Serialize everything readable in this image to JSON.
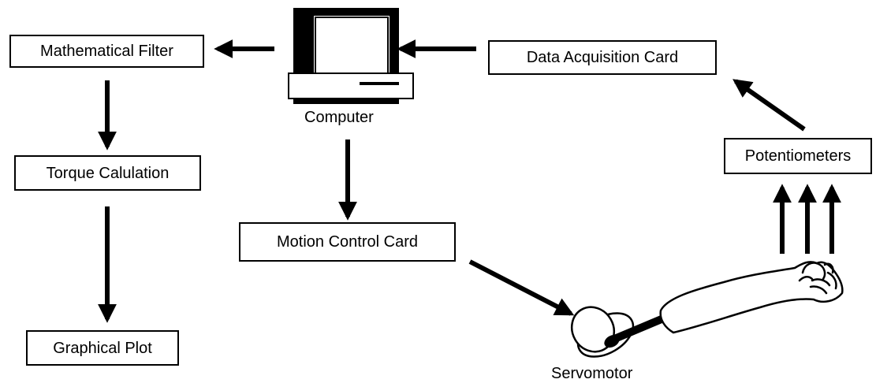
{
  "nodes": {
    "mathematical_filter": "Mathematical Filter",
    "data_acquisition_card": "Data Acquisition Card",
    "computer": "Computer",
    "torque_calculation": "Torque Calulation",
    "potentiometers": "Potentiometers",
    "motion_control_card": "Motion Control Card",
    "graphical_plot": "Graphical Plot",
    "servomotor": "Servomotor"
  },
  "edges": [
    {
      "from": "Computer",
      "to": "Mathematical Filter"
    },
    {
      "from": "Data Acquisition Card",
      "to": "Computer"
    },
    {
      "from": "Potentiometers",
      "to": "Data Acquisition Card"
    },
    {
      "from": "Mathematical Filter",
      "to": "Torque Calulation"
    },
    {
      "from": "Torque Calulation",
      "to": "Graphical Plot"
    },
    {
      "from": "Computer",
      "to": "Motion Control Card"
    },
    {
      "from": "Motion Control Card",
      "to": "Servomotor"
    },
    {
      "from": "Arm",
      "to": "Potentiometers"
    }
  ],
  "icons": {
    "computer": "computer-icon",
    "servomotor": "servomotor-icon",
    "arm": "arm-icon"
  },
  "colors": {
    "stroke": "#000000",
    "background": "#ffffff"
  }
}
